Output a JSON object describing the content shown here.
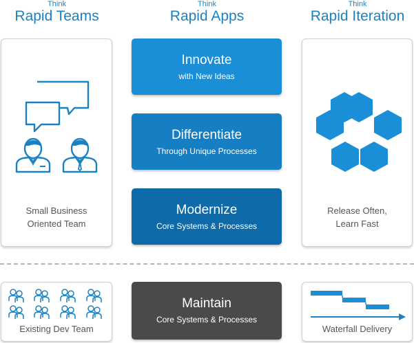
{
  "headers": {
    "teams": {
      "think": "Think",
      "title": "Rapid Teams"
    },
    "apps": {
      "think": "Think",
      "title": "Rapid Apps"
    },
    "iteration": {
      "think": "Think",
      "title": "Rapid Iteration"
    }
  },
  "blocks": {
    "innovate": {
      "title": "Innovate",
      "subtitle": "with New Ideas"
    },
    "differentiate": {
      "title": "Differentiate",
      "subtitle": "Through Unique Processes"
    },
    "modernize": {
      "title": "Modernize",
      "subtitle": "Core Systems & Processes"
    },
    "maintain": {
      "title": "Maintain",
      "subtitle": "Core Systems & Processes"
    }
  },
  "panels": {
    "teams": {
      "caption_line1": "Small Business",
      "caption_line2": "Oriented Team"
    },
    "iteration": {
      "caption_line1": "Release Often,",
      "caption_line2": "Learn Fast"
    },
    "dev_team": {
      "caption": "Existing Dev Team"
    },
    "waterfall": {
      "caption": "Waterfall Delivery"
    }
  },
  "colors": {
    "accent_blue": "#1a82c4",
    "innovate": "#1a8fd8",
    "differentiate": "#167fc3",
    "modernize": "#0e6aa8",
    "maintain": "#4a4a4a"
  },
  "icons": {
    "teams": [
      "chat-bubbles-icon",
      "person-icon"
    ],
    "iteration": "hexagon-ring-icon",
    "dev_team": "people-grid-icon",
    "waterfall": "gantt-arrow-icon"
  }
}
